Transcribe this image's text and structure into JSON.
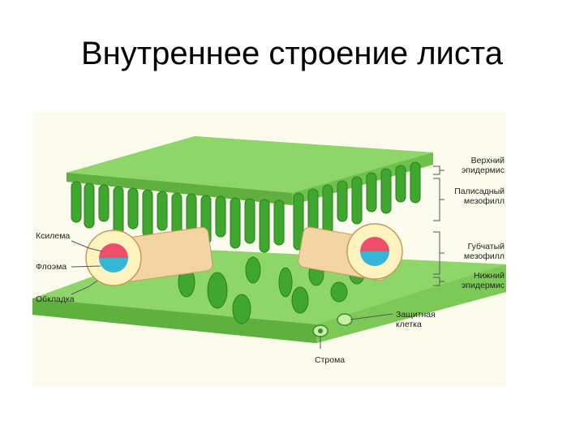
{
  "slide": {
    "title": "Внутреннее строение листа"
  },
  "diagram": {
    "labels_right": {
      "upper_epidermis": [
        "Верхний",
        "эпидермис"
      ],
      "palisade_mesophyll": [
        "Палисадный",
        "мезофилл"
      ],
      "spongy_mesophyll": [
        "Губчатый",
        "мезофилл"
      ],
      "lower_epidermis": [
        "Нижний",
        "эпидермис"
      ]
    },
    "labels_left": {
      "xylem": "Ксилема",
      "phloem": "Флоэма",
      "bundle_sheath": "Обкладка"
    },
    "labels_bottom": {
      "guard_cell": [
        "Защитная",
        "клетка"
      ],
      "stoma": "Строма"
    },
    "colors": {
      "epidermis": "#8fd66a",
      "epidermis_side": "#6cc24a",
      "mesophyll": "#3fa62e",
      "mesophyll_dark": "#2b7f22",
      "bundle_tube": "#f3d5a4",
      "xylem": "#ef4d6b",
      "phloem": "#35b6d9",
      "sheath": "#fff3c0",
      "background": "#fbfbee"
    }
  }
}
